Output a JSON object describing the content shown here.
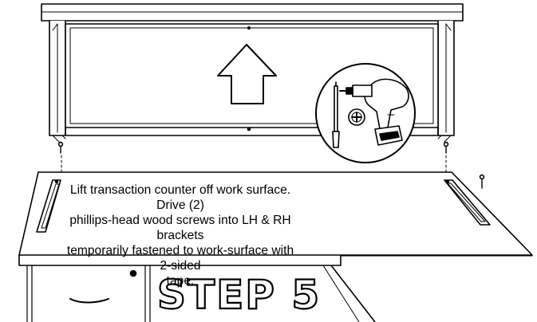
{
  "instruction": {
    "line1": "Lift transaction counter off work surface. Drive (2)",
    "line2": "phillips-head wood screws into LH & RH brackets",
    "line3": "temporarily fastened to work-surface with 2-sided",
    "line4": "tape."
  },
  "step": {
    "label": "STEP 5"
  },
  "icons": {
    "lift": "up-arrow-icon",
    "tools": "drill-screwdriver-icon",
    "head": "phillips-head-icon"
  }
}
